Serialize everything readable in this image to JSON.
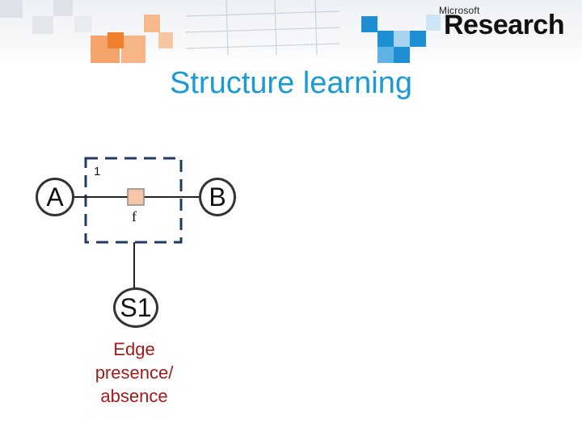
{
  "slide": {
    "title": "Structure learning",
    "logo": {
      "small": "Microsoft",
      "big": "Research"
    }
  },
  "diagram": {
    "nodes": {
      "a": "A",
      "b": "B",
      "s1": "S1"
    },
    "plate_label": "1",
    "factor_label": "f"
  },
  "caption": {
    "line1": "Edge",
    "line2": "presence/",
    "line3": "absence"
  },
  "colors": {
    "title": "#1a9ad6",
    "caption": "#a31b1b",
    "factor_fill": "#f6c6a6",
    "orange": "#f28a3a",
    "blue": "#1a9ad6"
  }
}
